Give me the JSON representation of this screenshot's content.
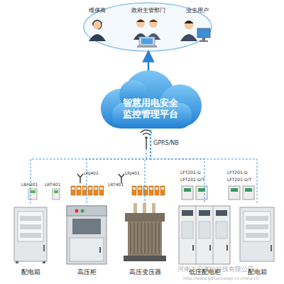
{
  "diagram": {
    "nodes": [
      {
        "text": [
          "维保商"
        ]
      },
      {
        "text": [
          "政府主管部门"
        ]
      },
      {
        "text": [
          "业主用户"
        ]
      },
      {
        "text": [
          "智慧用电安全 监控管理平台"
        ]
      },
      {
        "text": [
          "配电箱"
        ]
      },
      {
        "text": [
          "高压柜"
        ]
      },
      {
        "text": [
          "高压变压器"
        ]
      },
      {
        "text": [
          "低压配电柜"
        ]
      },
      {
        "text": [
          "配电箱"
        ]
      }
    ],
    "edges": [
      {
        "from": 3,
        "to": 1,
        "arrow": "to"
      },
      {
        "from": 3,
        "to": 4,
        "arrow": "none"
      },
      {
        "from": 3,
        "to": 5,
        "arrow": "none"
      },
      {
        "from": 3,
        "to": 6,
        "arrow": "none"
      },
      {
        "from": 3,
        "to": 7,
        "arrow": "none"
      },
      {
        "from": 3,
        "to": 8,
        "arrow": "none"
      }
    ],
    "labels": [
      "GPRS/NB",
      "LBH201",
      "LRT401",
      "LRJ401",
      "LRJ401",
      "LRT401",
      "LFT201-D",
      "LFT201-D/T",
      "LFT201-D",
      "LFT201-D/T",
      "河南力安测控科技有限公司",
      "http://www.gdliancekeji.cn.china.cn"
    ]
  }
}
